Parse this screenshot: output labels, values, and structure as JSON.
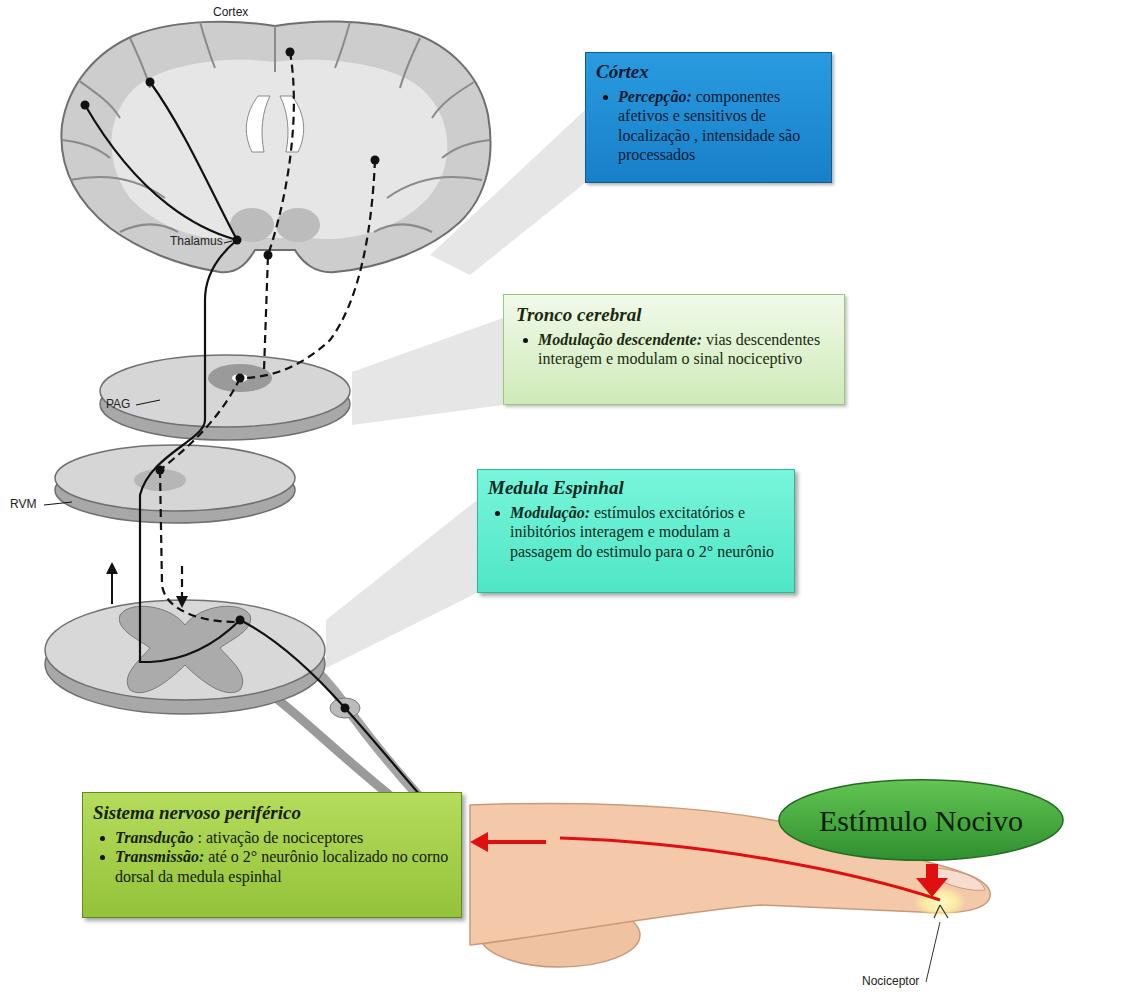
{
  "diagram": {
    "nodes": [
      {
        "text": [
          "Córtex",
          "Percepção:",
          "componentes afetivos e sensitivos de localização , intensidade são processados"
        ]
      },
      {
        "text": [
          "Tronco cerebral",
          "Modulação descendente:",
          "vias descendentes interagem e modulam o sinal nociceptivo"
        ]
      },
      {
        "text": [
          "Medula Espinhal",
          "Modulação:",
          "estímulos excitatórios e inibitórios interagem e modulam a passagem do estimulo para o 2° neurônio"
        ]
      },
      {
        "text": [
          "Sistema nervoso periférico",
          "Transdução",
          ": ativação de nociceptores",
          "Transmissão:",
          "até o 2° neurônio localizado no corno dorsal da medula espinhal"
        ]
      },
      {
        "text": [
          "Estímulo Nocivo"
        ]
      }
    ],
    "labels": [
      "Cortex",
      "Thalamus",
      "PAG",
      "RVM",
      "Nociceptor"
    ]
  }
}
